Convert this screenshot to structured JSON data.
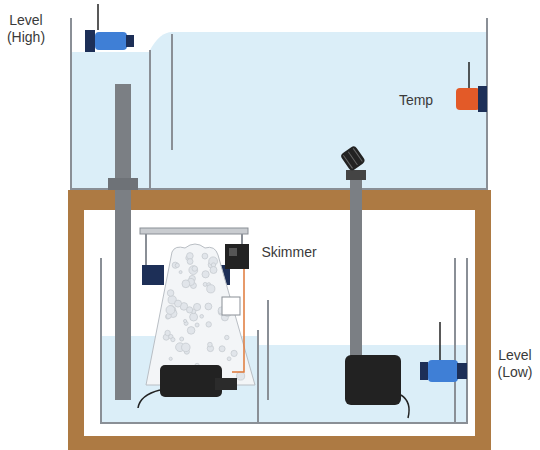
{
  "diagram": {
    "labels": [
      "Level (High)",
      "Temp",
      "Skimmer",
      "Level (Low)"
    ]
  }
}
